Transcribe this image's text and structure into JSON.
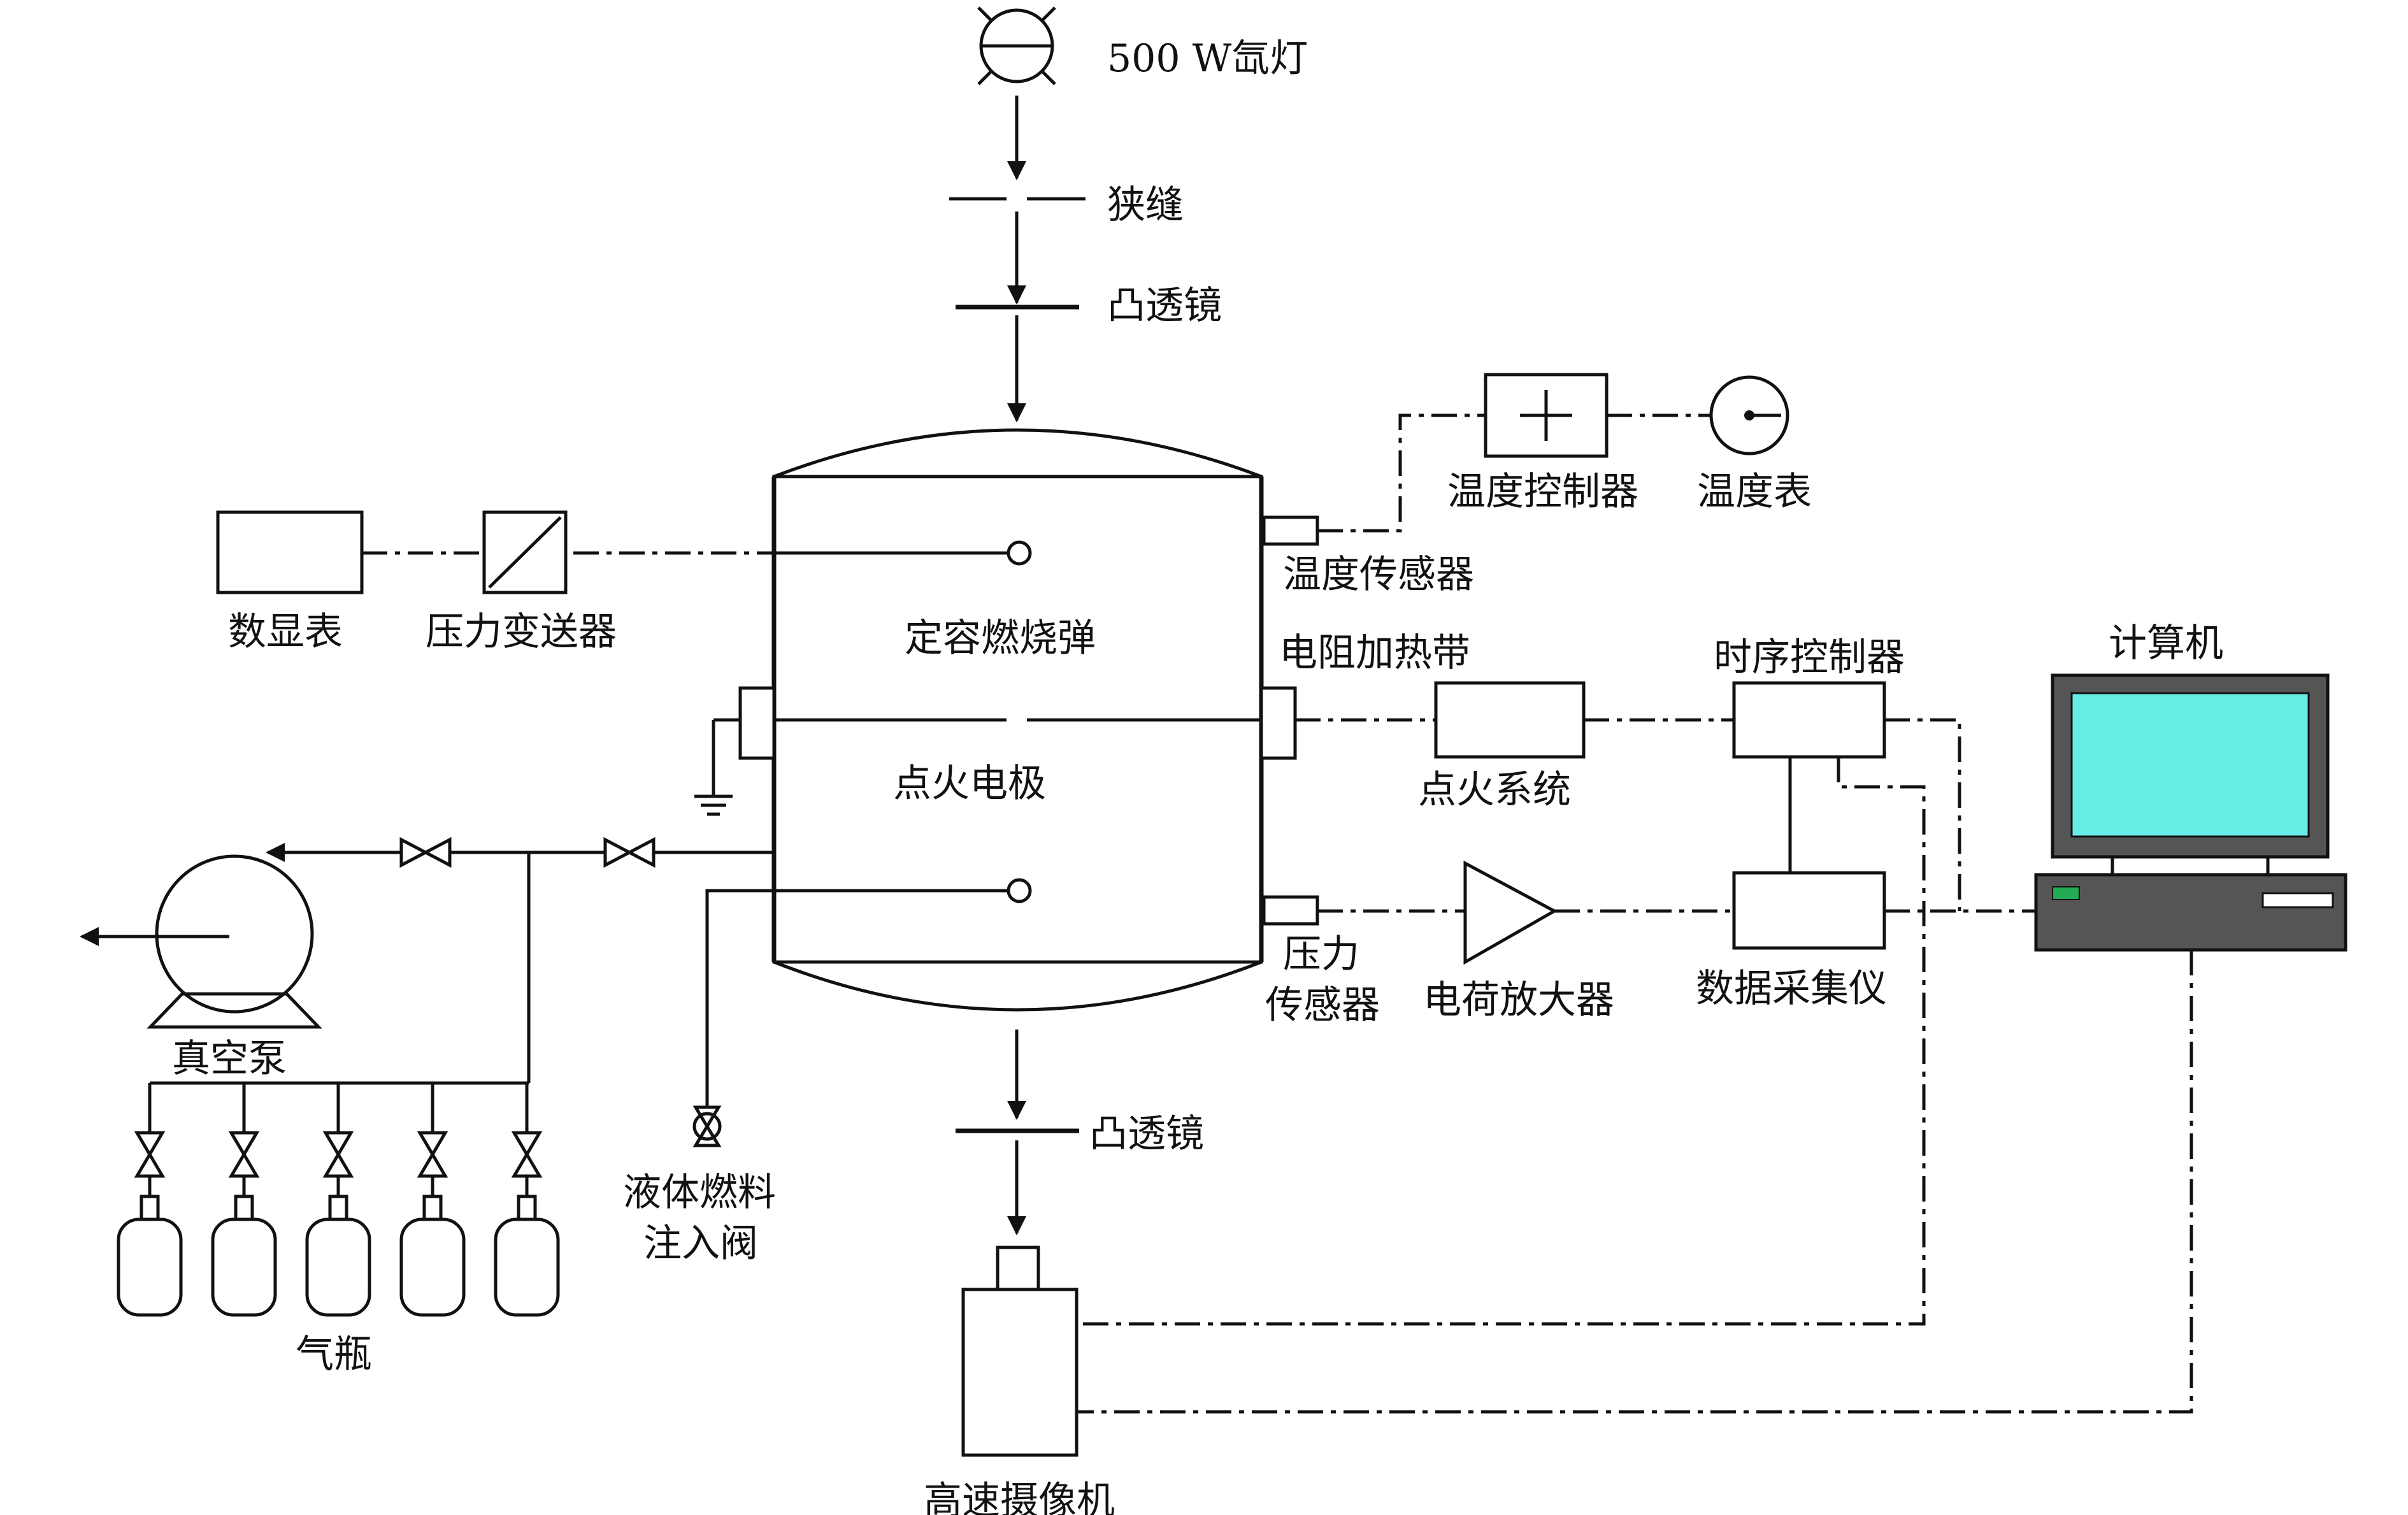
{
  "labels": {
    "lamp": "500 W氙灯",
    "slit": "狭缝",
    "lens_top": "凸透镜",
    "lens_bottom": "凸透镜",
    "vessel": "定容燃烧弹",
    "electrode": "点火电极",
    "display_meter": "数显表",
    "pressure_transmitter": "压力变送器",
    "temp_controller": "温度控制器",
    "temp_meter": "温度表",
    "temp_sensor": "温度传感器",
    "heater_band": "电阻加热带",
    "ignition_system": "点火系统",
    "timing_controller": "时序控制器",
    "computer": "计算机",
    "pressure_sensor_1": "压力",
    "pressure_sensor_2": "传感器",
    "charge_amplifier": "电荷放大器",
    "daq": "数据采集仪",
    "vacuum_pump": "真空泵",
    "gas_cylinders": "气瓶",
    "liquid_valve_1": "液体燃料",
    "liquid_valve_2": "注入阀",
    "camera": "高速摄像机"
  },
  "colors": {
    "screen": "#66EEE6",
    "computer_body": "#555555",
    "led": "#22AA55"
  }
}
